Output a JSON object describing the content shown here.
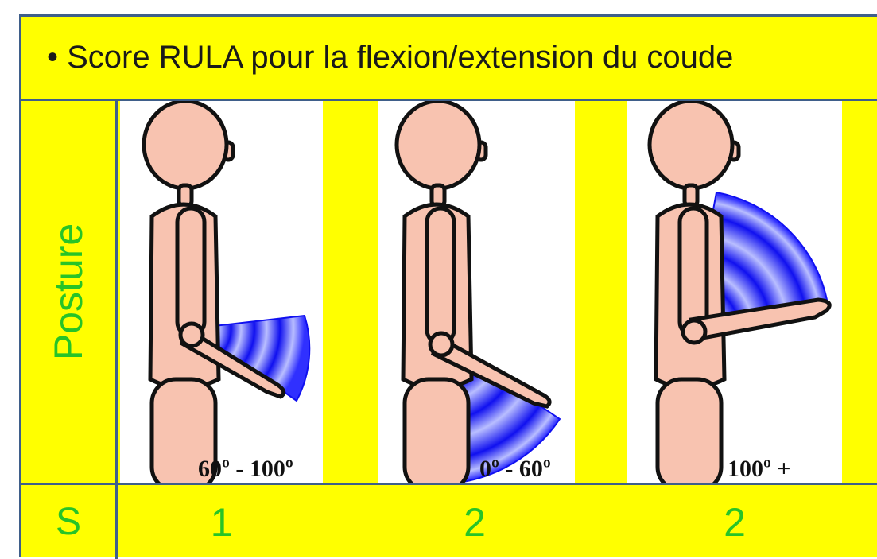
{
  "title": "• Score RULA pour la flexion/extension du coude",
  "row_labels": {
    "posture": "Posture",
    "score": "S"
  },
  "colors": {
    "background": "#ffff00",
    "border": "#3f5f8a",
    "label_green": "#27c427",
    "arc_blue": "#1a1aff",
    "skin": "#f8c3b0"
  },
  "columns": [
    {
      "angle_label": "60º - 100º",
      "score": "1"
    },
    {
      "angle_label": "0º - 60º",
      "score": "2"
    },
    {
      "angle_label": "100º +",
      "score": "2"
    }
  ]
}
